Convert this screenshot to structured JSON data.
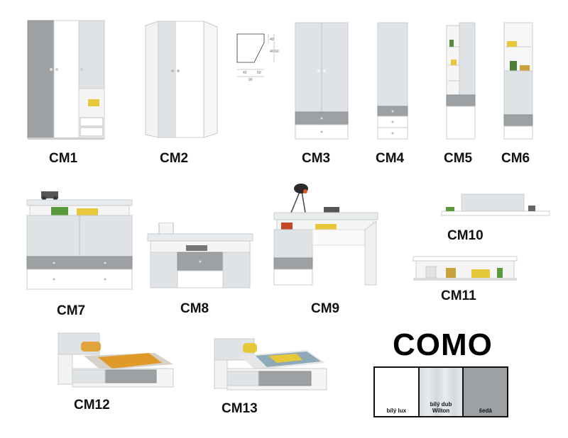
{
  "products": [
    {
      "id": "cm1",
      "label": "CM1"
    },
    {
      "id": "cm2",
      "label": "CM2"
    },
    {
      "id": "cm3",
      "label": "CM3"
    },
    {
      "id": "cm4",
      "label": "CM4"
    },
    {
      "id": "cm5",
      "label": "CM5"
    },
    {
      "id": "cm6",
      "label": "CM6"
    },
    {
      "id": "cm7",
      "label": "CM7"
    },
    {
      "id": "cm8",
      "label": "CM8"
    },
    {
      "id": "cm9",
      "label": "CM9"
    },
    {
      "id": "cm10",
      "label": "CM10"
    },
    {
      "id": "cm11",
      "label": "CM11"
    },
    {
      "id": "cm12",
      "label": "CM12"
    },
    {
      "id": "cm13",
      "label": "CM13"
    }
  ],
  "diagram": {
    "dims": [
      "40",
      "40",
      "60",
      "40",
      "50",
      "90"
    ]
  },
  "brand": "COMO",
  "colors": {
    "white": "#ffffff",
    "oak": "#dde2e5",
    "grey": "#9ea1a4"
  },
  "swatches": [
    {
      "label": "bílý lux"
    },
    {
      "label": "bílý dub Wilton"
    },
    {
      "label": "šedá"
    }
  ]
}
